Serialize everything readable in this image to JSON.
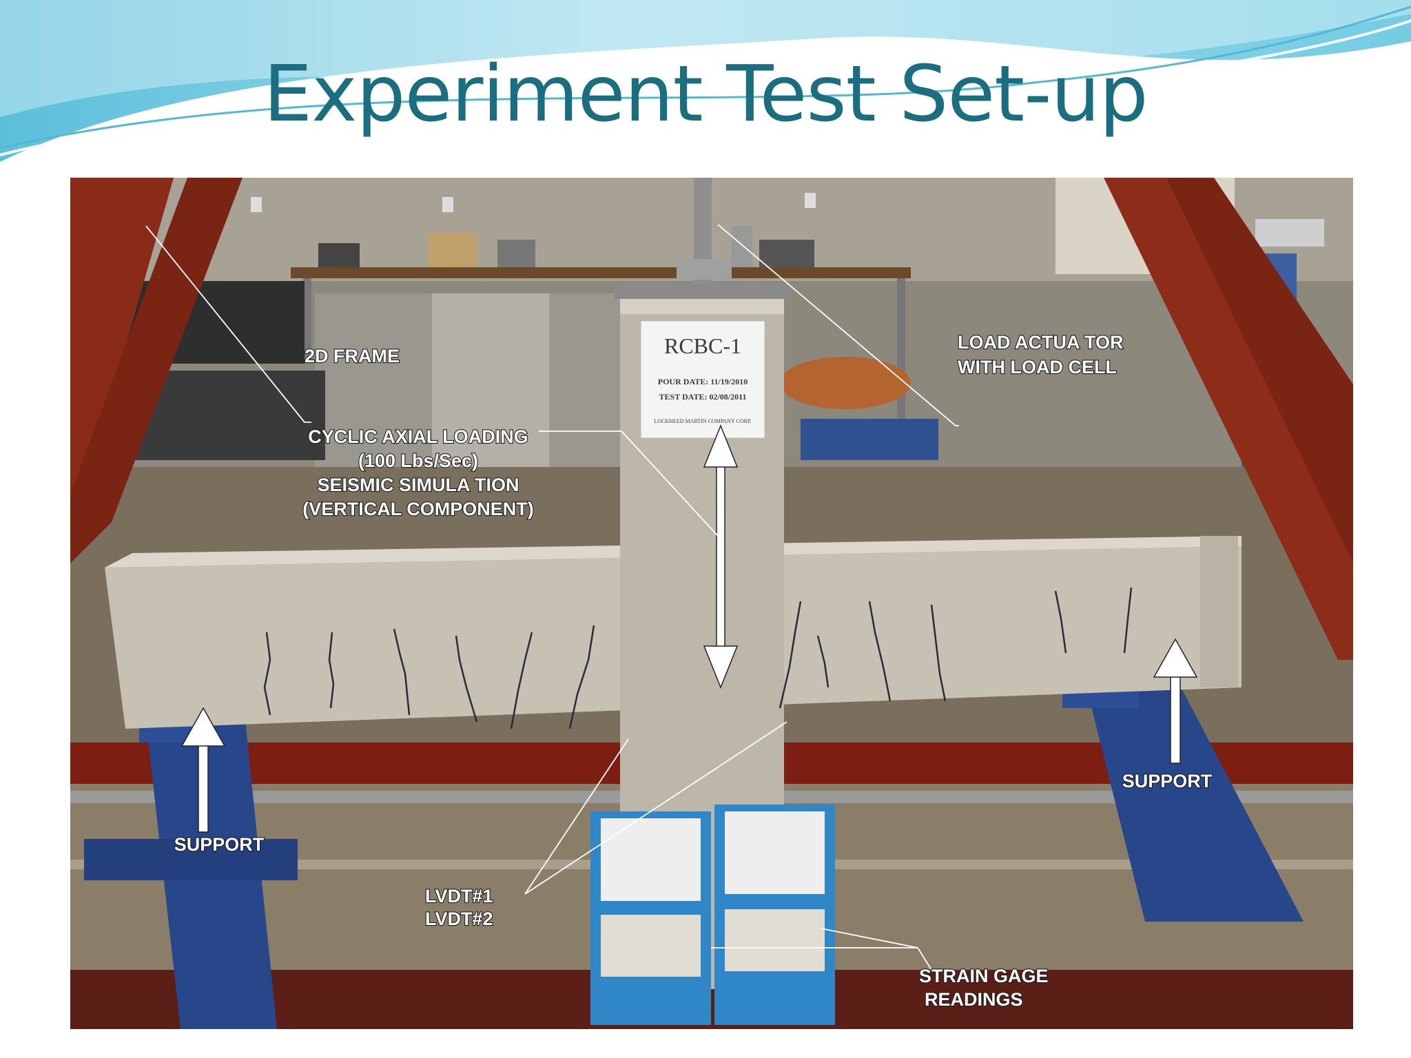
{
  "slide": {
    "title": "Experiment Test Set-up",
    "accent_color": "#1b6e80",
    "wave_colors": [
      "#bfe9f3",
      "#7fd3e8",
      "#3fb4d4"
    ]
  },
  "photo": {
    "specimen_tag": {
      "name": "RCBC-1",
      "line1": "POUR DATE: 11/19/2010",
      "line2": "TEST DATE: 02/08/2011",
      "line3": "LOCKHEED MARTIN COMPANY CORP."
    },
    "annotations": {
      "frame": "2D FRAME",
      "actuator_line1": "LOAD ACTUA TOR",
      "actuator_line2": "WITH LOAD CELL",
      "loading_line1": "CYCLIC AXIAL LOADING",
      "loading_line2": "(100 Lbs/Sec)",
      "loading_line3": "SEISMIC SIMULA TION",
      "loading_line4": "(VERTICAL COMPONENT)",
      "support_left": "SUPPORT",
      "support_right": "SUPPORT",
      "lvdt1": "LVDT#1",
      "lvdt2": "LVDT#2",
      "strain_line1": "STRAIN GAGE",
      "strain_line2": "READINGS"
    }
  }
}
